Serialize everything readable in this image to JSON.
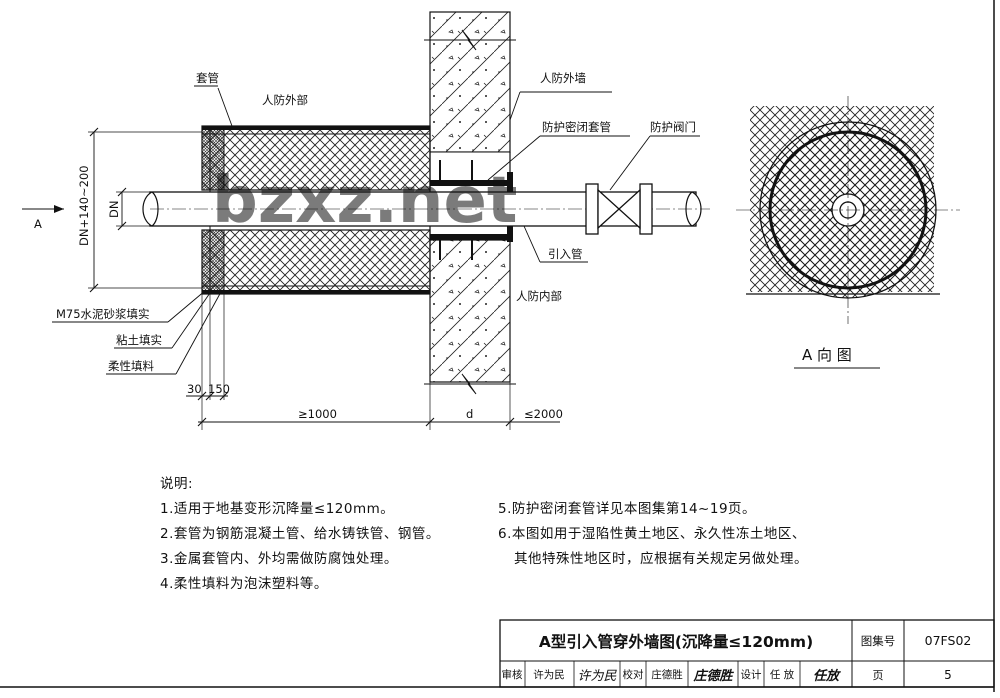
{
  "labels": {
    "casing": "套管",
    "outer_part": "人防外部",
    "outer_wall": "人防外墙",
    "seal_sleeve": "防护密闭套管",
    "valve": "防护阀门",
    "inlet_pipe": "引入管",
    "inner_part": "人防内部",
    "mortar": "M75水泥砂浆填实",
    "clay": "粘土填实",
    "flex_fill": "柔性填料",
    "dim_outer": "DN+140~200",
    "dim_dn": "DN",
    "arrow_a": "A",
    "dim_30": "30",
    "dim_150": "150",
    "dim_1000": "≥1000",
    "dim_d": "d",
    "dim_2000": "≤2000",
    "view_title": "A 向 图",
    "watermark": "bzxz.net"
  },
  "notes": {
    "heading": "说明:",
    "items": [
      "1.适用于地基变形沉降量≤120mm。",
      "2.套管为钢筋混凝土管、给水铸铁管、钢管。",
      "3.金属套管内、外均需做防腐蚀处理。",
      "4.柔性填料为泡沫塑料等。",
      "5.防护密闭套管详见本图集第14~19页。",
      "6.本图如用于湿陷性黄土地区、永久性冻土地区、",
      "其他特殊性地区时，应根据有关规定另做处理。"
    ]
  },
  "title_block": {
    "title": "A型引入管穿外墙图(沉降量≤120mm)",
    "atlas_label": "图集号",
    "atlas_no": "07FS02",
    "review_label": "审核",
    "reviewer": "许为民",
    "review_sign": "许为民",
    "check_label": "校对",
    "checker": "庄德胜",
    "check_sign": "庄德胜",
    "design_label": "设计",
    "designer": "任 放",
    "design_sign": "任放",
    "page_label": "页",
    "page_no": "5"
  }
}
